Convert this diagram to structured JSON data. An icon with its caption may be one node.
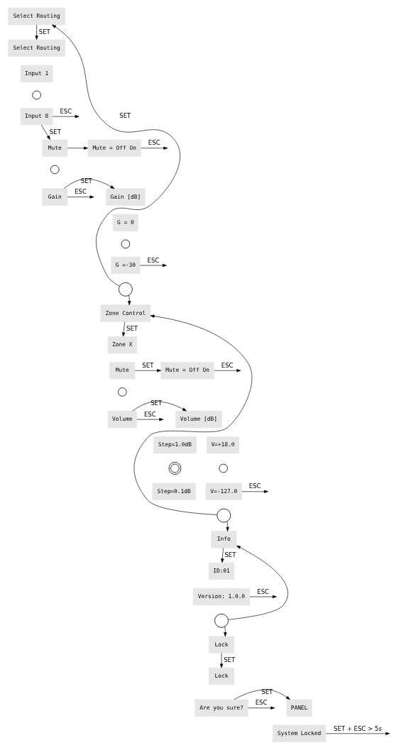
{
  "diagram": {
    "nodes": [
      {
        "text": [
          "Select Routing"
        ]
      },
      {
        "text": [
          "Select Routing"
        ]
      },
      {
        "text": [
          "Input 1"
        ]
      },
      {
        "text": [
          "Input 8"
        ]
      },
      {
        "text": [
          "Mute"
        ]
      },
      {
        "text": [
          "Mute = Off On"
        ]
      },
      {
        "text": [
          "Gain"
        ]
      },
      {
        "text": [
          "Gain [dB]"
        ]
      },
      {
        "text": [
          "G = 0"
        ]
      },
      {
        "text": [
          "G =-30"
        ]
      },
      {
        "text": [
          "Zone Control"
        ]
      },
      {
        "text": [
          "Zone X"
        ]
      },
      {
        "text": [
          "Mute"
        ]
      },
      {
        "text": [
          "Mute = Off On"
        ]
      },
      {
        "text": [
          "Volume"
        ]
      },
      {
        "text": [
          "Volume [dB]"
        ]
      },
      {
        "text": [
          "Step=1.0dB"
        ]
      },
      {
        "text": [
          "V=+18.0"
        ]
      },
      {
        "text": [
          "Step=0.1dB"
        ]
      },
      {
        "text": [
          "V=-127.0"
        ]
      },
      {
        "text": [
          "Info"
        ]
      },
      {
        "text": [
          "ID:01"
        ]
      },
      {
        "text": [
          "Version: 1.0.0"
        ]
      },
      {
        "text": [
          "Lock"
        ]
      },
      {
        "text": [
          "Lock"
        ]
      },
      {
        "text": [
          "Are you sure?"
        ]
      },
      {
        "text": [
          "PANEL"
        ]
      },
      {
        "text": [
          "System Locked"
        ]
      },
      {
        "text": [],
        "shape": "circle"
      },
      {
        "text": [],
        "shape": "circle"
      },
      {
        "text": [],
        "shape": "circle"
      },
      {
        "text": [],
        "shape": "circle"
      },
      {
        "text": [],
        "shape": "circle"
      },
      {
        "text": [],
        "shape": "circle"
      },
      {
        "text": [],
        "shape": "circle"
      },
      {
        "text": [],
        "shape": "circle"
      },
      {
        "text": [],
        "shape": "circle"
      }
    ],
    "edges": [
      {
        "from": 28,
        "to": 0,
        "arrow": "to"
      },
      {
        "from": 28,
        "to": 10,
        "arrow": "to"
      },
      {
        "from": 29,
        "to": 10,
        "arrow": "to"
      },
      {
        "from": 29,
        "to": 20,
        "arrow": "to"
      },
      {
        "from": 30,
        "to": 20,
        "arrow": "to"
      },
      {
        "from": 30,
        "to": 23,
        "arrow": "to"
      },
      {
        "from": 0,
        "to": 1,
        "label": "SET",
        "arrow": "to"
      },
      {
        "from": 3,
        "to": null,
        "label": "ESC",
        "arrow": "to"
      },
      {
        "from": 3,
        "to": 4,
        "label": "SET",
        "arrow": "to"
      },
      {
        "from": 4,
        "to": 5,
        "arrow": "to"
      },
      {
        "from": 5,
        "to": null,
        "label": "ESC",
        "arrow": "to"
      },
      {
        "from": 6,
        "to": 7,
        "label": "SET",
        "arrow": "to"
      },
      {
        "from": 6,
        "to": null,
        "label": "ESC",
        "arrow": "to"
      },
      {
        "from": 9,
        "to": null,
        "label": "ESC",
        "arrow": "to"
      },
      {
        "from": 10,
        "to": 11,
        "label": "SET",
        "arrow": "to"
      },
      {
        "from": 12,
        "to": 13,
        "label": "SET",
        "arrow": "to"
      },
      {
        "from": 13,
        "to": null,
        "label": "ESC",
        "arrow": "to"
      },
      {
        "from": 14,
        "to": 15,
        "label": "SET",
        "arrow": "to"
      },
      {
        "from": 14,
        "to": null,
        "label": "ESC",
        "arrow": "to"
      },
      {
        "from": 19,
        "to": null,
        "label": "ESC",
        "arrow": "to"
      },
      {
        "from": 20,
        "to": 21,
        "label": "SET",
        "arrow": "to"
      },
      {
        "from": 22,
        "to": null,
        "label": "ESC",
        "arrow": "to"
      },
      {
        "from": 23,
        "to": 24,
        "label": "SET",
        "arrow": "to"
      },
      {
        "from": 25,
        "to": 26,
        "label": "SET",
        "arrow": "to"
      },
      {
        "from": 25,
        "to": null,
        "label": "ESC",
        "arrow": "to"
      },
      {
        "from": 27,
        "to": null,
        "label": "SET + ESC > 5s",
        "arrow": "to"
      }
    ],
    "labels": [
      "SET"
    ]
  }
}
